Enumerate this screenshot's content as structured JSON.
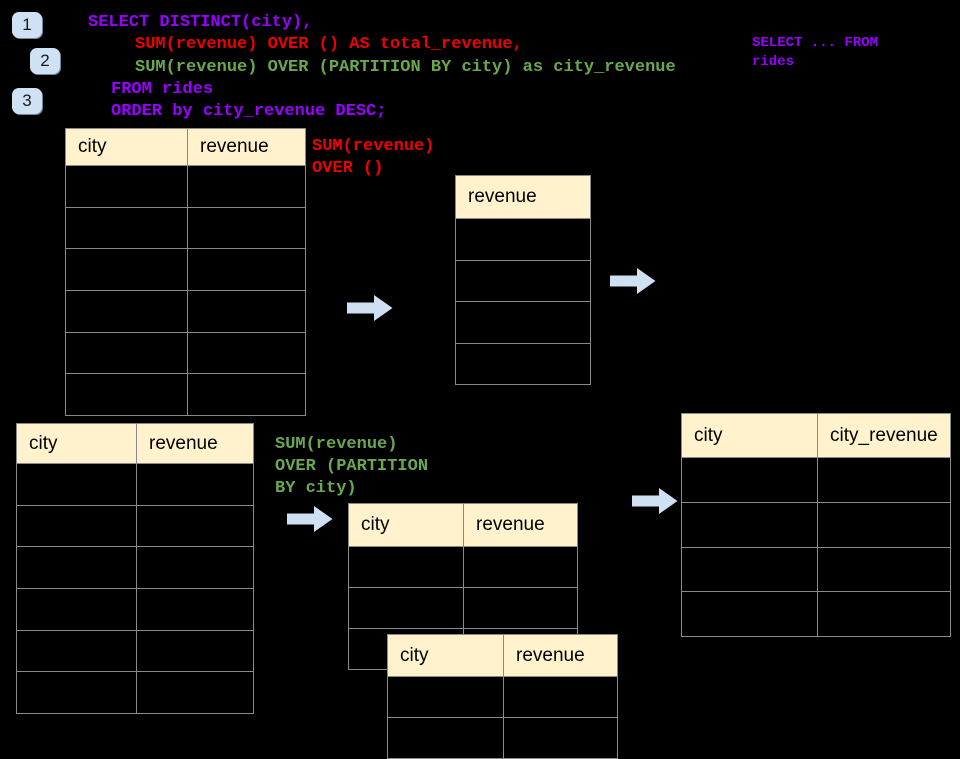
{
  "slide": {
    "step_badges": [
      "1",
      "2",
      "3"
    ],
    "sql_code": {
      "lines": [
        "SELECT DISTINCT(city),",
        "SUM(revenue) OVER () AS total_revenue,",
        "SUM(revenue) OVER (PARTITION BY city) as city_revenue",
        "FROM rides",
        "ORDER by city_revenue DESC;"
      ]
    },
    "side_snippet": {
      "lines": [
        "SELECT ... FROM",
        "rides"
      ]
    },
    "annotations": {
      "total_over": {
        "lines": [
          "SUM(revenue)",
          "OVER ()"
        ]
      },
      "partition_over": {
        "lines": [
          "SUM(revenue)",
          "OVER (PARTITION",
          "BY city)"
        ]
      }
    },
    "tables": {
      "source_top": {
        "headers": [
          "city",
          "revenue"
        ],
        "body_rows": 6
      },
      "total_result": {
        "headers": [
          "revenue"
        ],
        "body_rows": 4
      },
      "source_bottom": {
        "headers": [
          "city",
          "revenue"
        ],
        "body_rows": 6
      },
      "partition_step": {
        "headers": [
          "city",
          "revenue"
        ],
        "body_rows": 3
      },
      "partition_overlay": {
        "headers": [
          "city",
          "revenue"
        ],
        "body_rows": 2
      },
      "city_revenue_result": {
        "headers": [
          "city",
          "city_revenue"
        ],
        "body_rows": 4
      }
    },
    "colors": {
      "background": "#000000",
      "keyword_purple": "#9900ff",
      "total_red": "#ee0000",
      "partition_green": "#6aa84f",
      "table_header_bg": "#fff2cc",
      "table_border": "#8a8a8a",
      "arrow_fill": "#cfe0f3",
      "badge_bg": "#cfe2f3"
    }
  }
}
